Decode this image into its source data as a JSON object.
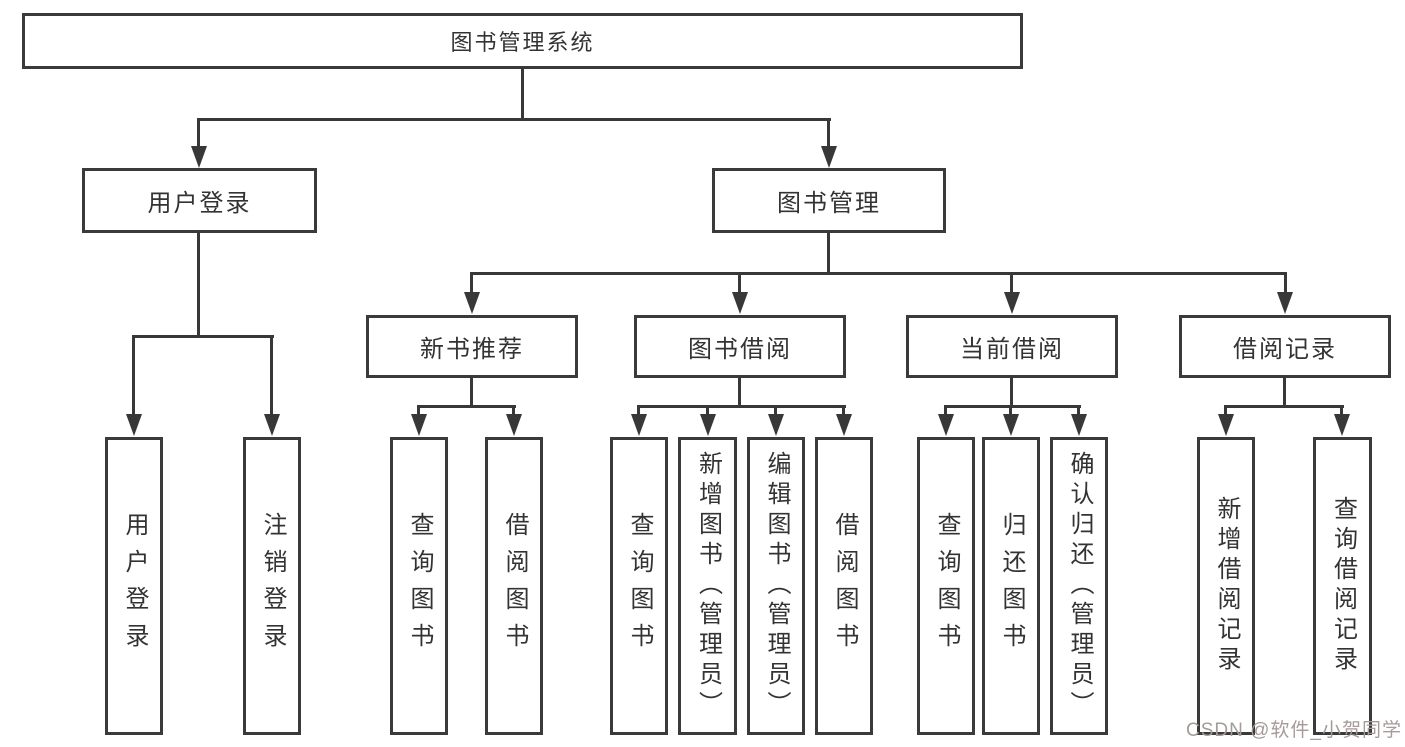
{
  "tree": {
    "label": "图书管理系统",
    "children": [
      {
        "label": "用户登录",
        "children": [
          {
            "label": "用户登录"
          },
          {
            "label": "注销登录"
          }
        ]
      },
      {
        "label": "图书管理",
        "children": [
          {
            "label": "新书推荐",
            "children": [
              {
                "label": "查询图书"
              },
              {
                "label": "借阅图书"
              }
            ]
          },
          {
            "label": "图书借阅",
            "children": [
              {
                "label": "查询图书"
              },
              {
                "label": "新增图书（管理员）"
              },
              {
                "label": "编辑图书（管理员）"
              },
              {
                "label": "借阅图书"
              }
            ]
          },
          {
            "label": "当前借阅",
            "children": [
              {
                "label": "查询图书"
              },
              {
                "label": "归还图书"
              },
              {
                "label": "确认归还（管理员）"
              }
            ]
          },
          {
            "label": "借阅记录",
            "children": [
              {
                "label": "新增借阅记录"
              },
              {
                "label": "查询借阅记录"
              }
            ]
          }
        ]
      }
    ]
  },
  "watermark": {
    "text": "CSDN @软件_小贺同学"
  },
  "colors": {
    "line": "#383838",
    "box_border": "#3a3a3a",
    "text": "#333333",
    "watermark": "#a59b99",
    "background": "#ffffff"
  }
}
